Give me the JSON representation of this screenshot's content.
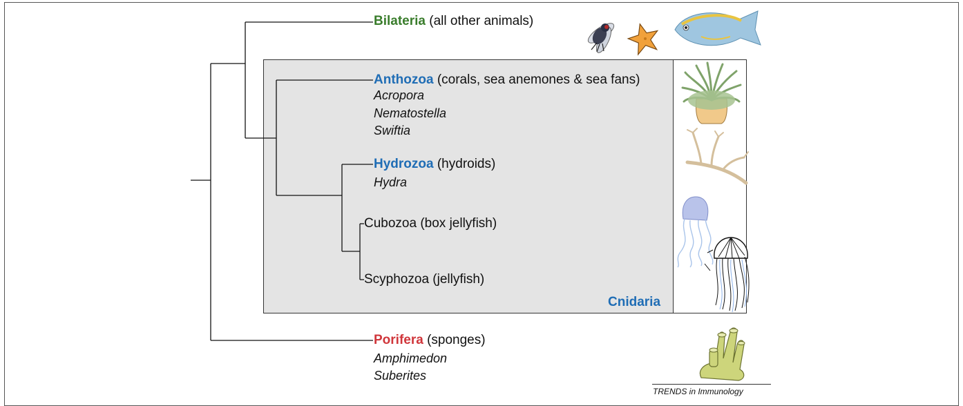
{
  "colors": {
    "bilateria": "#3a7d2c",
    "cnidaria": "#1f6db5",
    "porifera": "#d0363b",
    "panel_fill": "#e4e4e4"
  },
  "clades": {
    "bilateria": {
      "name": "Bilateria",
      "desc": " (all other animals)"
    },
    "anthozoa": {
      "name": "Anthozoa",
      "desc": " (corals, sea anemones & sea fans)",
      "genera": [
        "Acropora",
        "Nematostella",
        "Swiftia"
      ]
    },
    "hydrozoa": {
      "name": "Hydrozoa",
      "desc": " (hydroids)",
      "genera": [
        "Hydra"
      ]
    },
    "cubozoa": {
      "text": "Cubozoa (box jellyfish)"
    },
    "scyphozoa": {
      "text": "Scyphozoa (jellyfish)"
    },
    "porifera": {
      "name": "Porifera",
      "desc": " (sponges)",
      "genera": [
        "Amphimedon",
        "Suberites"
      ]
    }
  },
  "group_label": "Cnidaria",
  "source": "TRENDS in Immunology",
  "icons": [
    "fly-icon",
    "starfish-icon",
    "fish-icon",
    "sea-anemone-icon",
    "hydroid-icon",
    "box-jellyfish-icon",
    "jellyfish-icon",
    "sponge-icon"
  ]
}
